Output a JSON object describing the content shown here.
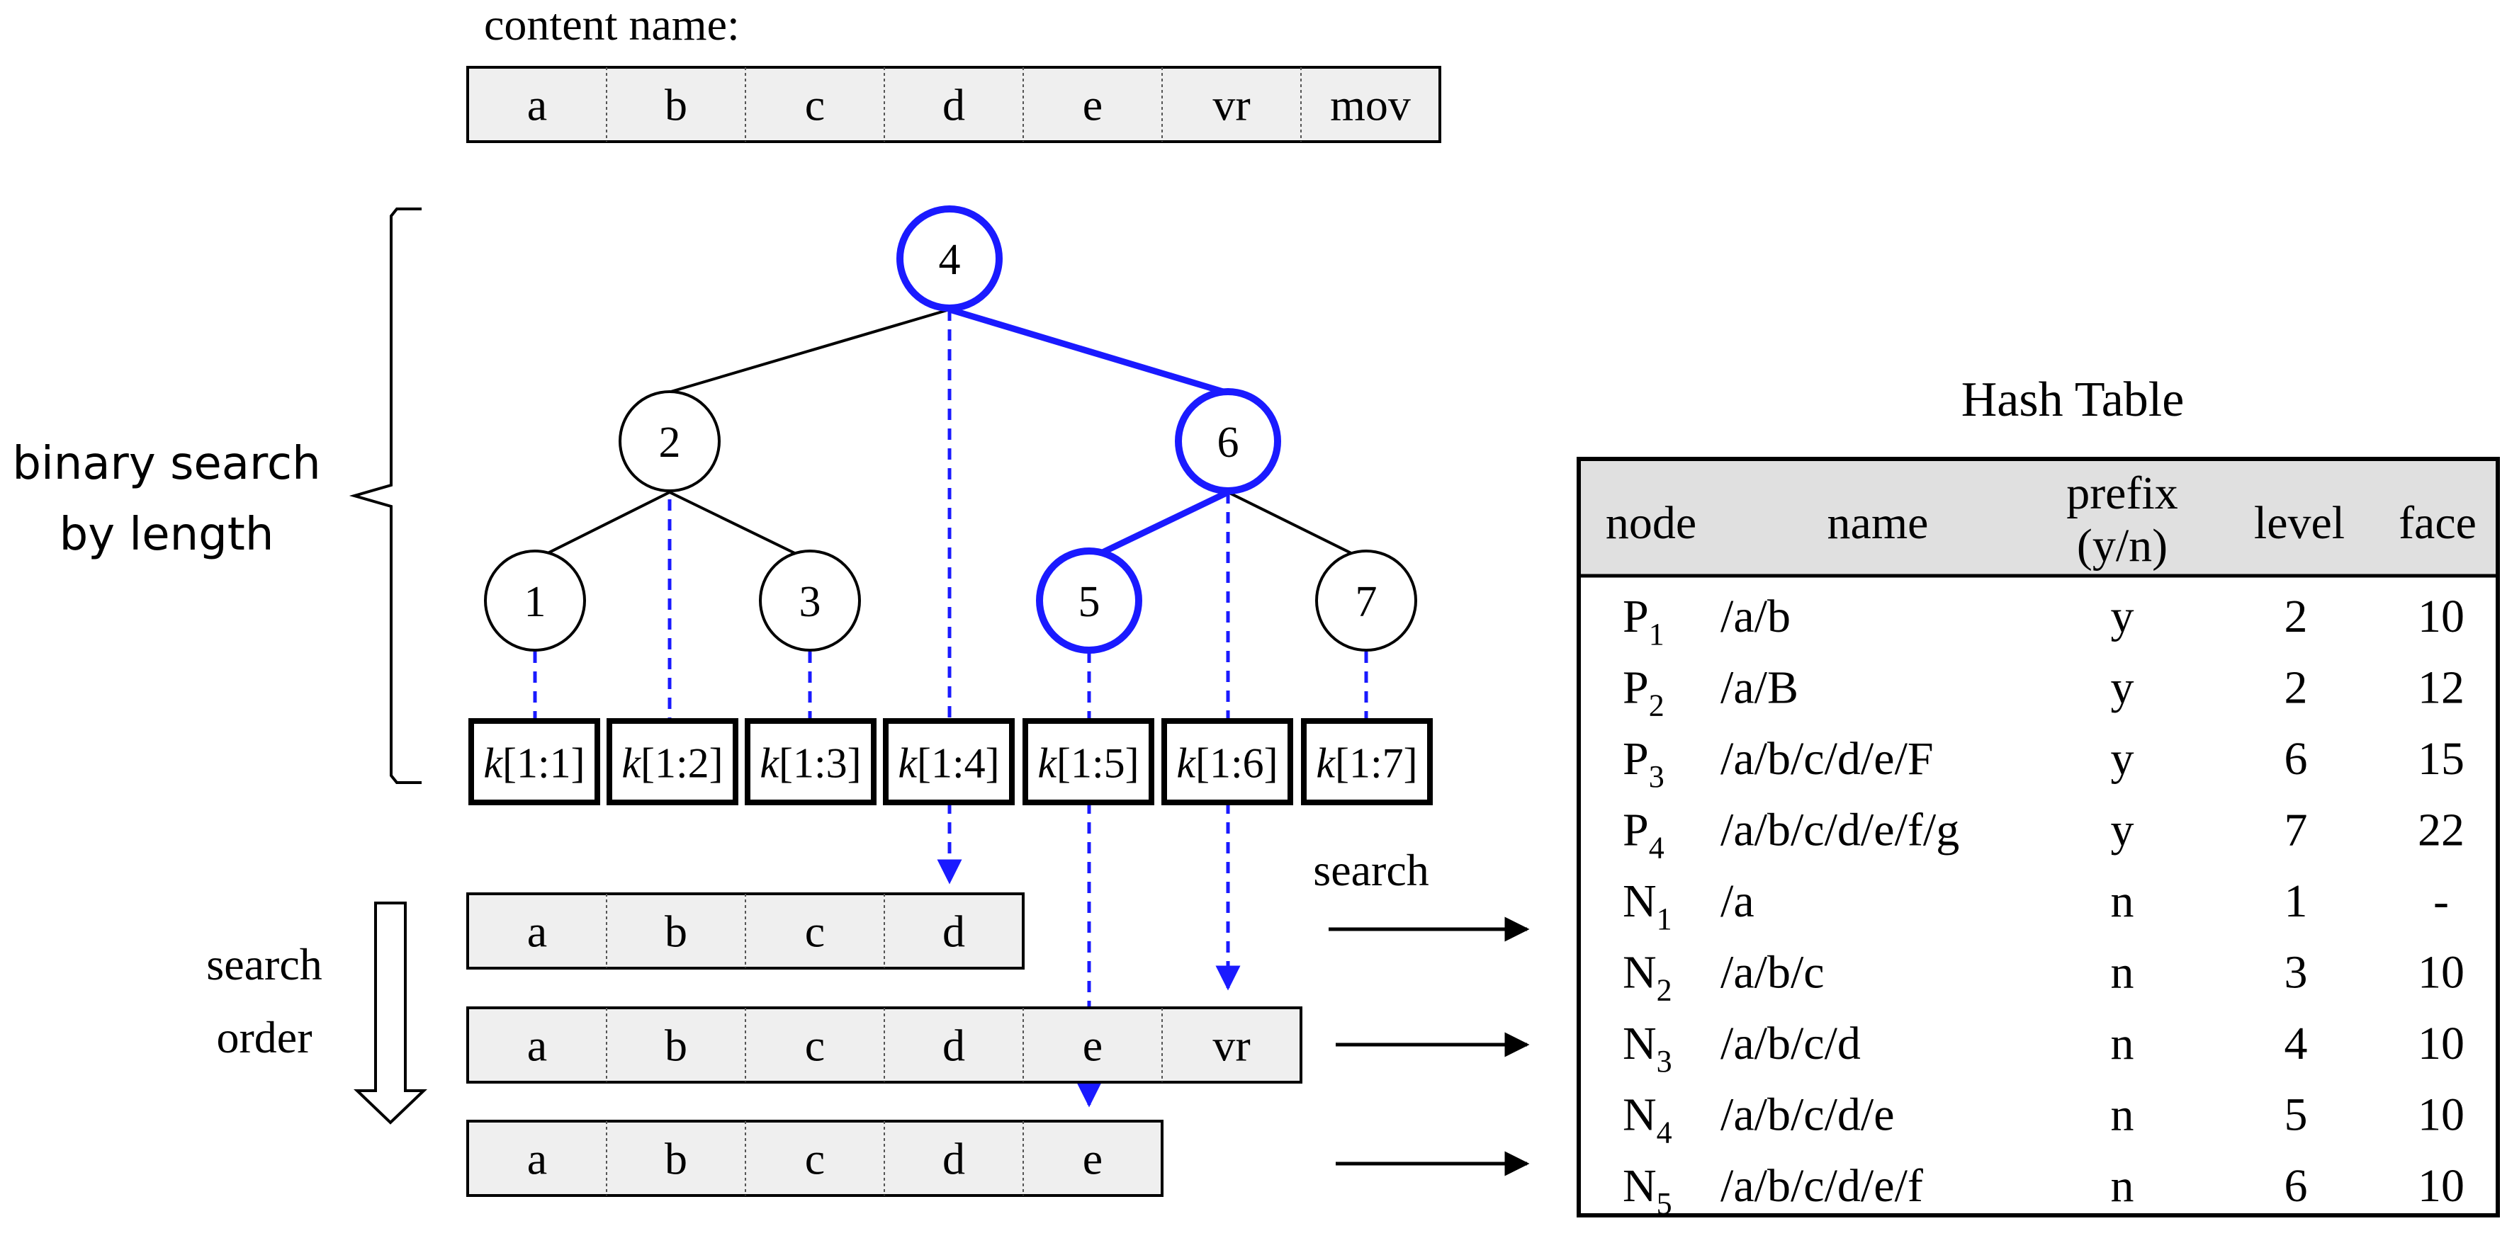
{
  "content_name_label": "content name:",
  "content_name_segments": [
    "a",
    "b",
    "c",
    "d",
    "e",
    "vr",
    "mov"
  ],
  "binary_search_label": [
    "binary search",
    "by length"
  ],
  "tree_nodes": [
    {
      "label": "4",
      "highlighted": true
    },
    {
      "label": "2",
      "highlighted": false
    },
    {
      "label": "6",
      "highlighted": true
    },
    {
      "label": "1",
      "highlighted": false
    },
    {
      "label": "3",
      "highlighted": false
    },
    {
      "label": "5",
      "highlighted": true
    },
    {
      "label": "7",
      "highlighted": false
    }
  ],
  "key_boxes": [
    {
      "var": "k",
      "range": "[1:1]"
    },
    {
      "var": "k",
      "range": "[1:2]"
    },
    {
      "var": "k",
      "range": "[1:3]"
    },
    {
      "var": "k",
      "range": "[1:4]"
    },
    {
      "var": "k",
      "range": "[1:5]"
    },
    {
      "var": "k",
      "range": "[1:6]"
    },
    {
      "var": "k",
      "range": "[1:7]"
    }
  ],
  "search_order_label": [
    "search",
    "order"
  ],
  "search_rows": [
    [
      "a",
      "b",
      "c",
      "d"
    ],
    [
      "a",
      "b",
      "c",
      "d",
      "e",
      "vr"
    ],
    [
      "a",
      "b",
      "c",
      "d",
      "e"
    ]
  ],
  "search_arrow_label": "search",
  "hash_table": {
    "title": "Hash Table",
    "headers": {
      "node": "node",
      "name": "name",
      "prefix_line1": "prefix",
      "prefix_line2": "(y/n)",
      "level": "level",
      "face": "face"
    },
    "rows": [
      {
        "node": "P",
        "sub": "1",
        "name": "/a/b",
        "prefix": "y",
        "level": "2",
        "face": "10"
      },
      {
        "node": "P",
        "sub": "2",
        "name": "/a/B",
        "prefix": "y",
        "level": "2",
        "face": "12"
      },
      {
        "node": "P",
        "sub": "3",
        "name": "/a/b/c/d/e/F",
        "prefix": "y",
        "level": "6",
        "face": "15"
      },
      {
        "node": "P",
        "sub": "4",
        "name": "/a/b/c/d/e/f/g",
        "prefix": "y",
        "level": "7",
        "face": "22"
      },
      {
        "node": "N",
        "sub": "1",
        "name": "/a",
        "prefix": "n",
        "level": "1",
        "face": "-"
      },
      {
        "node": "N",
        "sub": "2",
        "name": "/a/b/c",
        "prefix": "n",
        "level": "3",
        "face": "10"
      },
      {
        "node": "N",
        "sub": "3",
        "name": "/a/b/c/d",
        "prefix": "n",
        "level": "4",
        "face": "10"
      },
      {
        "node": "N",
        "sub": "4",
        "name": "/a/b/c/d/e",
        "prefix": "n",
        "level": "5",
        "face": "10"
      },
      {
        "node": "N",
        "sub": "5",
        "name": "/a/b/c/d/e/f",
        "prefix": "n",
        "level": "6",
        "face": "10"
      }
    ]
  },
  "colors": {
    "highlight": "#1a1aff",
    "black": "#000000",
    "cell_fill": "#efefef",
    "header_fill": "#e0e0e0"
  }
}
